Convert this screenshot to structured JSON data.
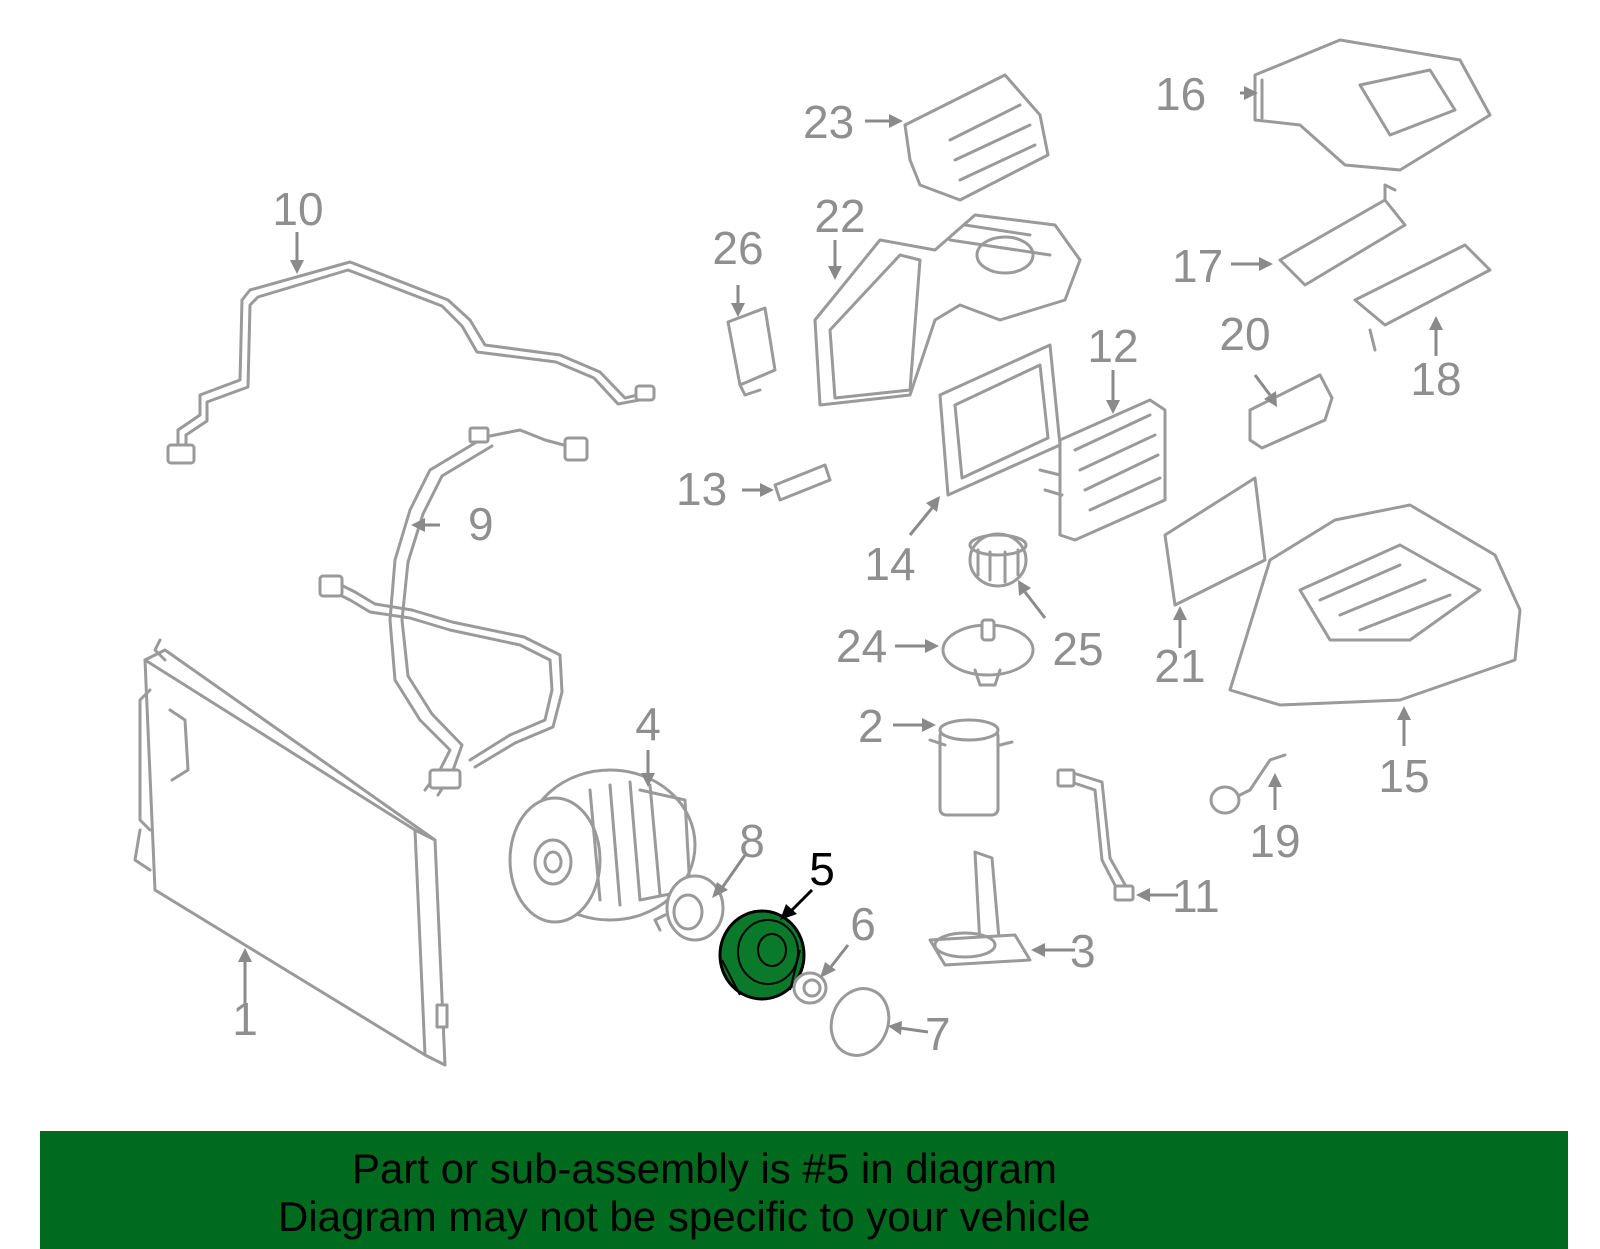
{
  "diagram": {
    "highlighted_part": "5",
    "callouts": [
      "1",
      "2",
      "3",
      "4",
      "5",
      "6",
      "7",
      "8",
      "9",
      "10",
      "11",
      "12",
      "13",
      "14",
      "15",
      "16",
      "17",
      "18",
      "19",
      "20",
      "21",
      "22",
      "23",
      "24",
      "25",
      "26"
    ]
  },
  "banner": {
    "line1": "Part or sub-assembly is #5 in diagram",
    "line2": "Diagram may not be specific to your vehicle",
    "background_color": "#006b1f"
  },
  "colors": {
    "part_outline": "#9a9a9a",
    "callout_text": "#8f8f8f",
    "highlight_fill": "#0a7a2a",
    "highlight_text": "#000000"
  }
}
